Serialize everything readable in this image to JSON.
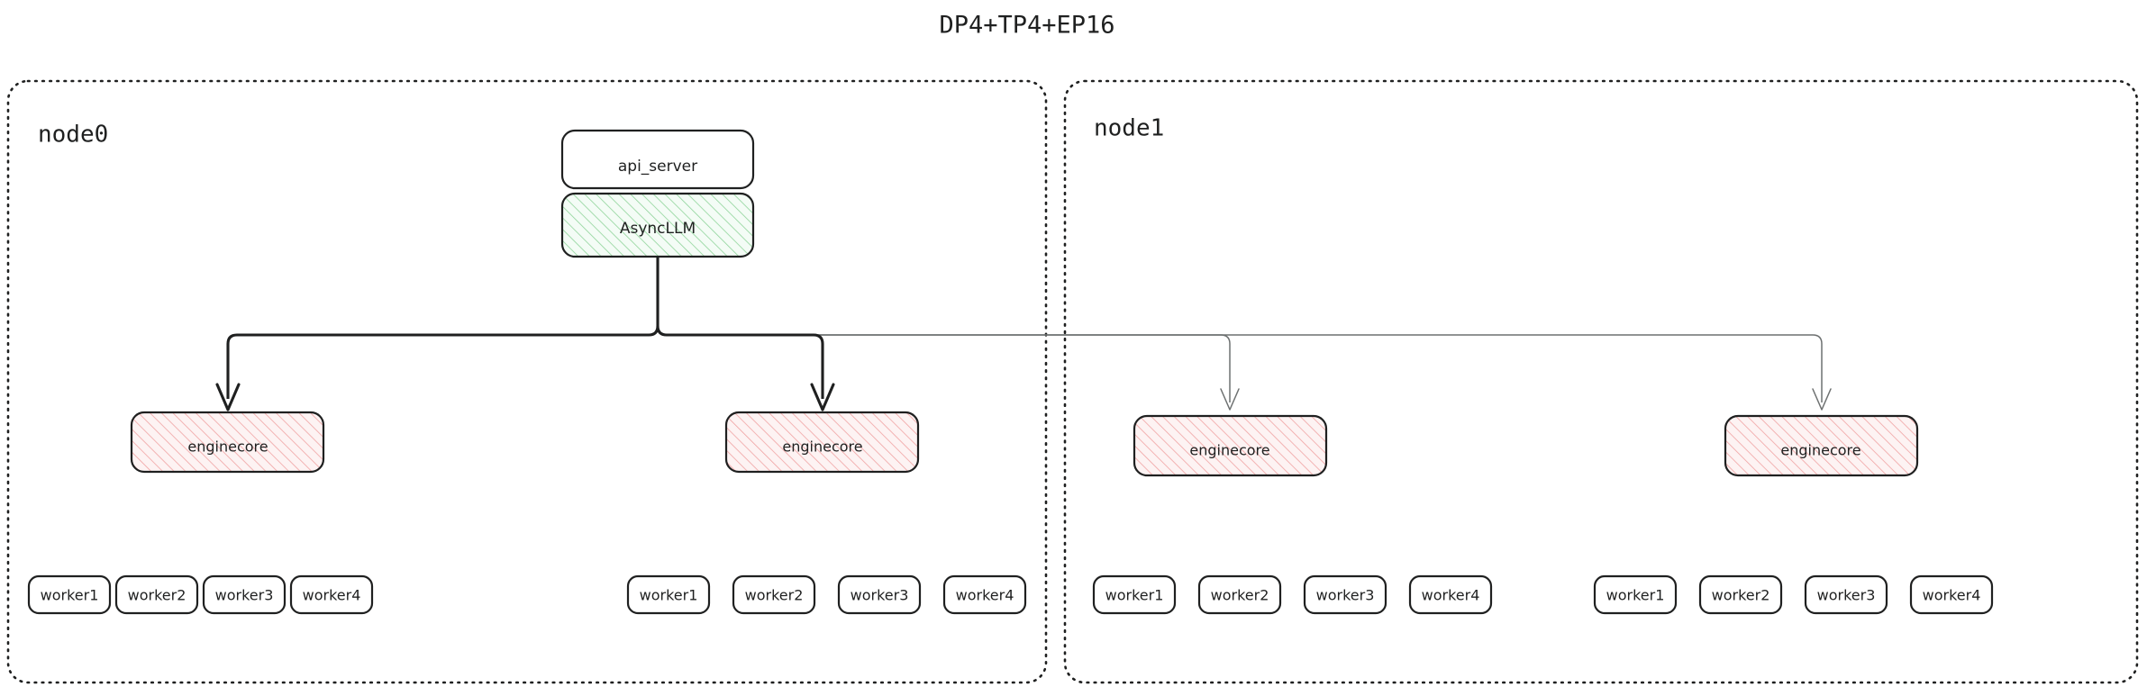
{
  "title": "DP4+TP4+EP16",
  "colors": {
    "stroke": "#1f2020",
    "green_hatch": "#8fd49a",
    "green_fill": "#f0fbf2",
    "pink_hatch": "#f0a3a3",
    "pink_fill": "#fdf1f1",
    "faint_edge": "#6d7070",
    "background": "#ffffff"
  },
  "clusters": [
    {
      "id": "node0",
      "label": "node0"
    },
    {
      "id": "node1",
      "label": "node1"
    }
  ],
  "nodes": {
    "api_server": "api_server",
    "async_llm": "AsyncLLM",
    "enginecore": "enginecore"
  },
  "node0": {
    "label": "node0",
    "api_server": "api_server",
    "async_llm": "AsyncLLM",
    "enginecores": [
      {
        "label": "enginecore",
        "workers": [
          "worker1",
          "worker2",
          "worker3",
          "worker4"
        ]
      },
      {
        "label": "enginecore",
        "workers": [
          "worker1",
          "worker2",
          "worker3",
          "worker4"
        ]
      }
    ]
  },
  "node1": {
    "label": "node1",
    "enginecores": [
      {
        "label": "enginecore",
        "workers": [
          "worker1",
          "worker2",
          "worker3",
          "worker4"
        ]
      },
      {
        "label": "enginecore",
        "workers": [
          "worker1",
          "worker2",
          "worker3",
          "worker4"
        ]
      }
    ]
  },
  "edges": [
    {
      "from": "AsyncLLM",
      "to": "enginecore-0",
      "style": "strong"
    },
    {
      "from": "AsyncLLM",
      "to": "enginecore-1",
      "style": "strong"
    },
    {
      "from": "AsyncLLM",
      "to": "enginecore-2",
      "style": "faint"
    },
    {
      "from": "AsyncLLM",
      "to": "enginecore-3",
      "style": "faint"
    }
  ]
}
